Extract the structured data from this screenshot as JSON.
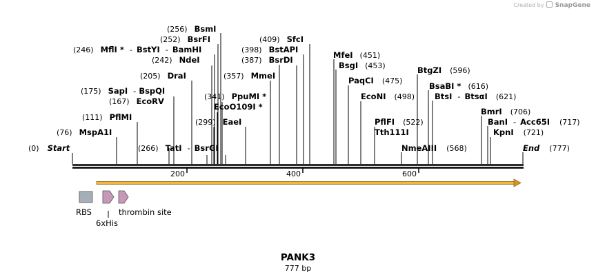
{
  "credit": {
    "prefix": "Created by",
    "brand": "SnapGene"
  },
  "plasmid": {
    "name": "PANK3",
    "length_label": "777 bp"
  },
  "ruler": {
    "ticks": [
      "200",
      "400",
      "600"
    ]
  },
  "sites": [
    {
      "pos": "(0)",
      "name": "Start",
      "italic": true
    },
    {
      "pos": "(76)",
      "name": "MspA1I"
    },
    {
      "pos": "(111)",
      "name": "PflMI"
    },
    {
      "pos": "(167)",
      "name": "EcoRV"
    },
    {
      "pos": "(175)",
      "name": "SapI",
      "name2": "BspQI"
    },
    {
      "pos": "(205)",
      "name": "DraI"
    },
    {
      "pos": "(242)",
      "name": "NdeI"
    },
    {
      "pos": "(246)",
      "name": "MflI *",
      "name2": "BstYI",
      "name3": "BamHI"
    },
    {
      "pos": "(252)",
      "name": "BsrFI"
    },
    {
      "pos": "(256)",
      "name": "BsmI"
    },
    {
      "pos": "(266)",
      "name": "TatI",
      "name2": "BsrGI"
    },
    {
      "pos": "(299)",
      "name": "EaeI"
    },
    {
      "pos": "(341)",
      "name": "PpuMI *"
    },
    {
      "pos": "",
      "name": "EcoO109I *"
    },
    {
      "pos": "(357)",
      "name": "MmeI"
    },
    {
      "pos": "(387)",
      "name": "BsrDI"
    },
    {
      "pos": "(398)",
      "name": "BstAPI"
    },
    {
      "pos": "(409)",
      "name": "SfcI"
    },
    {
      "pos": "(451)",
      "name": "MfeI"
    },
    {
      "pos": "(453)",
      "name": "BsgI"
    },
    {
      "pos": "(475)",
      "name": "PaqCI"
    },
    {
      "pos": "(498)",
      "name": "EcoNI"
    },
    {
      "pos": "(522)",
      "name": "PflFI"
    },
    {
      "pos": "",
      "name": "Tth111I"
    },
    {
      "pos": "(568)",
      "name": "NmeAIII"
    },
    {
      "pos": "(596)",
      "name": "BtgZI"
    },
    {
      "pos": "(616)",
      "name": "BsaBI *"
    },
    {
      "pos": "(621)",
      "name": "BtsI",
      "name2": "BtsαI"
    },
    {
      "pos": "(706)",
      "name": "BmrI"
    },
    {
      "pos": "(717)",
      "name": "BanI",
      "name2": "Acc65I"
    },
    {
      "pos": "(721)",
      "name": "KpnI"
    },
    {
      "pos": "(777)",
      "name": "End",
      "italic": true
    }
  ],
  "features": [
    {
      "label": "RBS",
      "type": "rbs",
      "color": "#a6aeb7"
    },
    {
      "label": "6xHis",
      "type": "tag",
      "color": "#c798b8"
    },
    {
      "label": "thrombin site",
      "type": "protease",
      "color": "#c798b8"
    }
  ],
  "orf": {
    "color": "#f4b73a",
    "arrow_color": "#d9931b"
  }
}
